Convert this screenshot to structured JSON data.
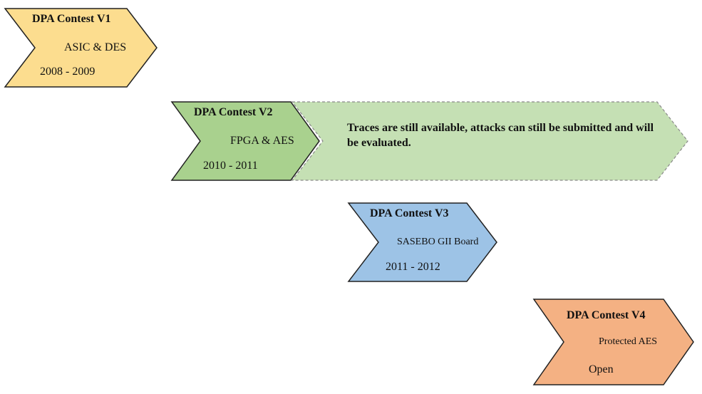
{
  "stages": [
    {
      "title": "DPA Contest V1",
      "subtitle": "ASIC & DES",
      "period": "2008 - 2009",
      "fill": "#FCDD8F"
    },
    {
      "title": "DPA Contest V2",
      "subtitle": "FPGA & AES",
      "period": "2010 - 2011",
      "fill": "#A9D18E"
    },
    {
      "title": "DPA Contest V3",
      "subtitle": "SASEBO GII Board",
      "period": "2011 - 2012",
      "fill": "#9DC3E6"
    },
    {
      "title": "DPA Contest V4",
      "subtitle": "Protected AES",
      "period": "Open",
      "fill": "#F4B183"
    }
  ],
  "note": {
    "text": "Traces  are still available, attacks can still be submitted and will be evaluated.",
    "fill": "#C5E0B4"
  }
}
